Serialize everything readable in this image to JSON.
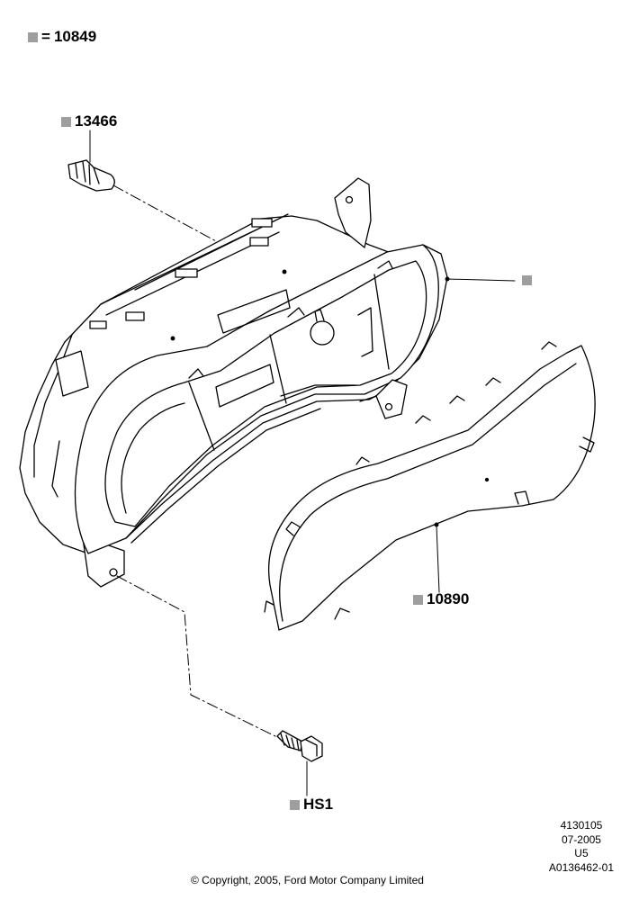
{
  "legend": {
    "marker_color": "#9e9e9e",
    "equals": "=",
    "part_number": "10849"
  },
  "callouts": {
    "bulb": "13466",
    "lens": "10890",
    "screw": "HS1",
    "housing": ""
  },
  "meta": {
    "line1": "4130105",
    "line2": "07-2005",
    "line3": "U5",
    "line4": "A0136462-01"
  },
  "copyright": "© Copyright, 2005, Ford Motor Company Limited"
}
